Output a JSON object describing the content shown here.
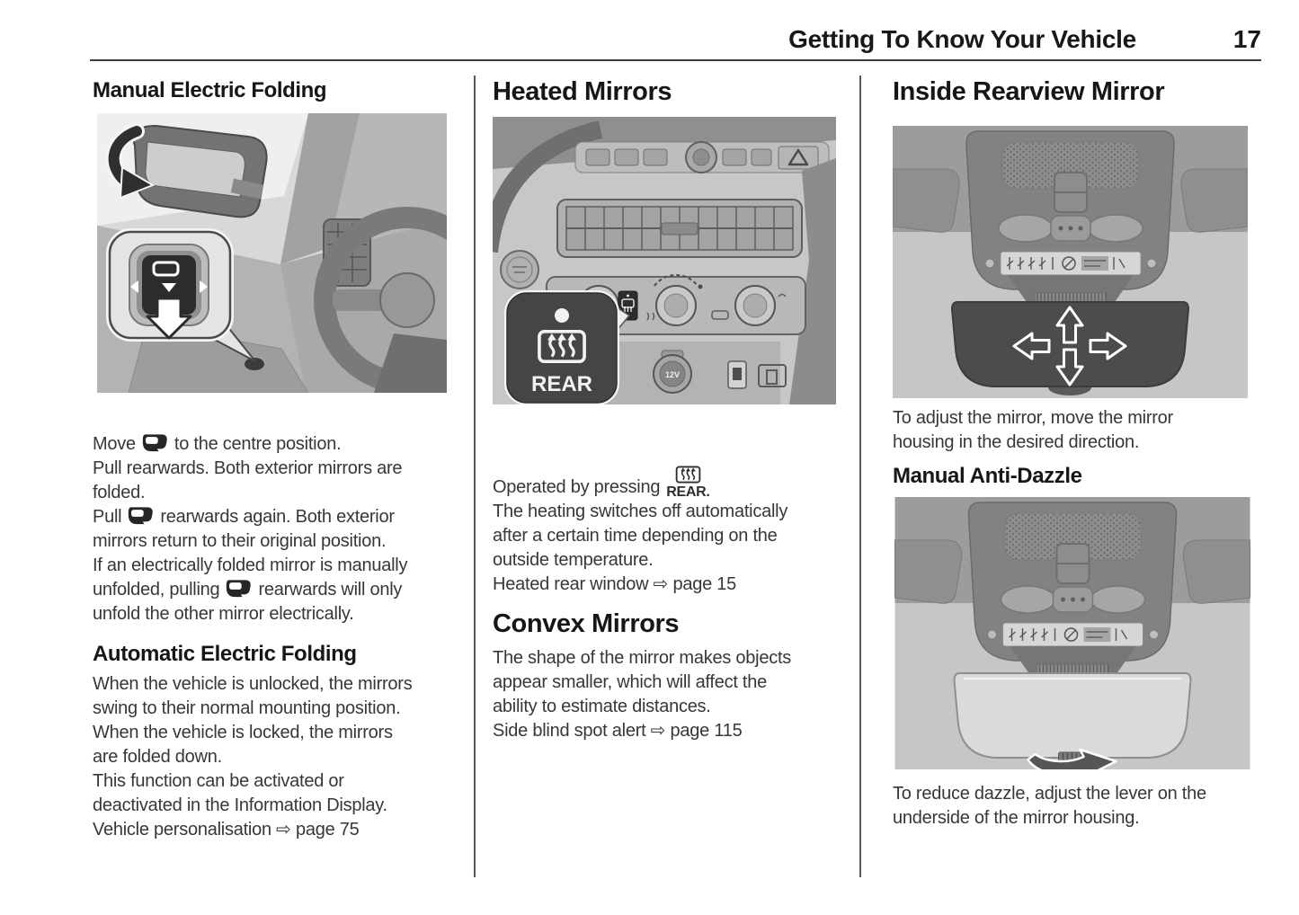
{
  "header": {
    "title": "Getting To Know Your Vehicle",
    "page": "17"
  },
  "icons": {
    "exterior_mirror": "side-mirror-glyph",
    "heated_rear_window": "rectangle-with-three-wavy-arrows",
    "cross_reference_arrow": "⇨"
  },
  "left": {
    "heading": "Manual Electric Folding",
    "p1": [
      {
        "pre": "Move",
        "post": "to the centre position."
      },
      {
        "text": "Pull rearwards. Both exterior mirrors are"
      },
      {
        "text": "folded."
      },
      {
        "pre": "Pull",
        "post": "rearwards again. Both exterior"
      },
      {
        "text": "mirrors return to their original position."
      },
      {
        "text": "If an electrically folded mirror is manually"
      },
      {
        "pre": "unfolded, pulling",
        "post": "rearwards will only"
      },
      {
        "text": "unfold the other mirror electrically."
      }
    ],
    "subheading": "Automatic Electric Folding",
    "p2": [
      "When the vehicle is unlocked, the mirrors",
      "swing to their normal mounting position.",
      "When the vehicle is locked, the mirrors",
      "are folded down.",
      "This function can be activated or",
      "deactivated in the Information Display.",
      "Vehicle personalisation ⇨ page 75"
    ]
  },
  "middle": {
    "heading": "Heated Mirrors",
    "callout_button_label": "REAR",
    "socket_label": "12V",
    "p1_pre": "Operated by pressing",
    "p1_rear": "REAR.",
    "p1": [
      "The heating switches off automatically",
      "after a certain time depending on the",
      "outside temperature.",
      "Heated rear window ⇨ page 15"
    ],
    "heading2": "Convex Mirrors",
    "p2": [
      "The shape of the mirror makes objects",
      "appear smaller, which will affect the",
      "ability to estimate distances.",
      "Side blind spot alert ⇨ page 115"
    ]
  },
  "right": {
    "heading": "Inside Rearview Mirror",
    "p1": [
      "To adjust the mirror, move the mirror",
      "housing in the desired direction."
    ],
    "subheading": "Manual Anti-Dazzle",
    "p2": [
      "To reduce dazzle, adjust the lever on the",
      "underside of the mirror housing."
    ]
  }
}
